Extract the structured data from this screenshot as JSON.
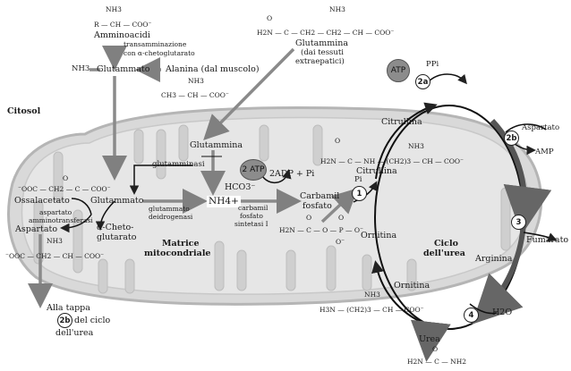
{
  "cytosol_label": "Citosol",
  "matrix_label_line1": "Matrice",
  "matrix_label_line2": "mitocondriale",
  "urea_cycle_label_line1": "Ciclo",
  "urea_cycle_label_line2": "dell'urea",
  "amino_acids": {
    "formula_nh3": "NH3",
    "formula_main": "R — CH — COO⁻",
    "label": "Amminoacidi"
  },
  "glutamine_extra": {
    "formula_nh3": "NH3",
    "formula_o": "O",
    "formula_main": "H2N — C — CH2 — CH2 — CH — COO⁻",
    "label_line1": "Glutammina",
    "label_line2": "(dai tessuti",
    "label_line3": "extraepatici)"
  },
  "transamination": {
    "line1": "transamminazione",
    "line2": "con α-chetoglutarato"
  },
  "nh3_left": "NH3",
  "glutamate_top": "Glutammato",
  "alanine": {
    "label": "Alanina (dal muscolo)",
    "formula_nh3": "NH3",
    "formula_main": "CH3 — CH — COO⁻"
  },
  "glutamine_mito": "Glutammina",
  "glutaminase": "glutamminasi",
  "glutamate_matrix": "Glutammato",
  "oxaloacetate": {
    "formula_o": "O",
    "formula_main": "⁻OOC — CH2 — C — COO⁻",
    "label": "Ossalacetato"
  },
  "aspartate_aminotransferase_line1": "aspartato",
  "aspartate_aminotransferase_line2": "amminotransferasi",
  "alpha_ketoglutarate_line1": "α-Cheto-",
  "alpha_ketoglutarate_line2": "glutarato",
  "glutamate_dehydrogenase_line1": "glutammato",
  "glutamate_dehydrogenase_line2": "deidrogenasi",
  "nh4": "NH4+",
  "aspartate_left": {
    "label": "Aspartato",
    "formula_nh3": "NH3",
    "formula_main": "⁻OOC — CH2 — CH — COO⁻"
  },
  "to_step_line1": "Alla tappa",
  "to_step_number": "2b",
  "to_step_line2": "del ciclo",
  "to_step_line3": "dell'urea",
  "two_atp": "2 ATP",
  "two_adp_pi": "2ADP + Pi",
  "hco3": "HCO3⁻",
  "cps_line1": "carbamil",
  "cps_line2": "fosfato",
  "cps_line3": "sintetasi I",
  "carbamoyl_phosphate": {
    "label_line1": "Carbamil",
    "label_line2": "fosfato",
    "formula_o": "O",
    "formula_o2": "O",
    "formula_main": "H2N — C — O — P — O⁻",
    "formula_obottom": "O⁻"
  },
  "step1": "1",
  "pi_label": "Pi",
  "atp_top": "ATP",
  "ppi": "PPi",
  "step2a": "2a",
  "citrulline_top": "Citrullina",
  "citrulline_formula": {
    "formula_o": "O",
    "formula_nh3": "NH3",
    "formula_main": "H2N — C — NH — (CH2)3 — CH — COO⁻",
    "label": "Citrullina"
  },
  "aspartate_right": "Aspartato",
  "step2b": "2b",
  "amp": "AMP",
  "step3": "3",
  "fumarate": "Fumarato",
  "ornithine_inner": "Ornitina",
  "arginine": "Arginina",
  "ornithine_bottom": {
    "label": "Ornitina",
    "formula_nh3": "NH3",
    "formula_main": "H3N — (CH2)3 — CH — COO⁻"
  },
  "step4": "4",
  "h2o": "H2O",
  "urea": {
    "label": "Urea",
    "formula_o": "O",
    "formula_main": "H2N — C — NH2"
  },
  "colors": {
    "arrow": "#8a8a8a",
    "mito_fill": "#d6d6d6",
    "cycle_line": "#111111",
    "atp_ball": "#8c8c8c"
  }
}
